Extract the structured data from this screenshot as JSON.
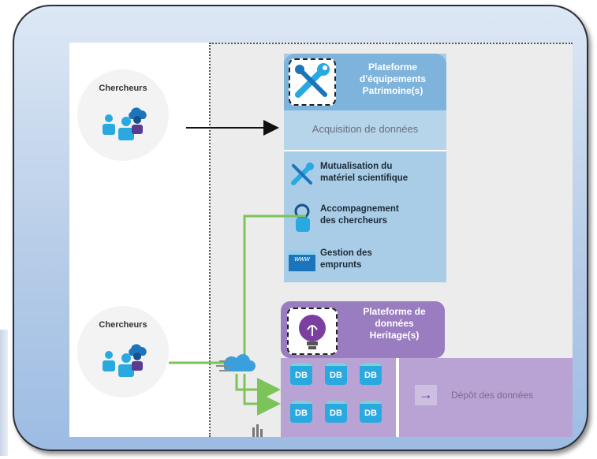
{
  "researchers": [
    {
      "label": "Chercheurs"
    },
    {
      "label": "Chercheurs"
    }
  ],
  "equipment_platform": {
    "title": "Plateforme\nd'équipements\nPatrimoine(s)",
    "acquisition": "Acquisition de données",
    "items": [
      {
        "icon": "tools-icon",
        "text": "Mutualisation du\nmatériel scientifique"
      },
      {
        "icon": "support-person-icon",
        "text": "Accompagnement\ndes chercheurs"
      },
      {
        "icon": "www-icon",
        "text": "Gestion des\nemprunts"
      }
    ],
    "www_label": "www"
  },
  "data_platform": {
    "title": "Plateforme de\ndonnées\nHeritage(s)",
    "db_label": "DB",
    "deposit": "Dépôt des données"
  },
  "colors": {
    "equipment_header": "#7eb3dc",
    "equipment_body": "#a9cde6",
    "data_header": "#9a7dc0",
    "data_body": "#b8a3d4",
    "connector_green": "#7cc35a",
    "db_blue": "#29a9e0"
  }
}
